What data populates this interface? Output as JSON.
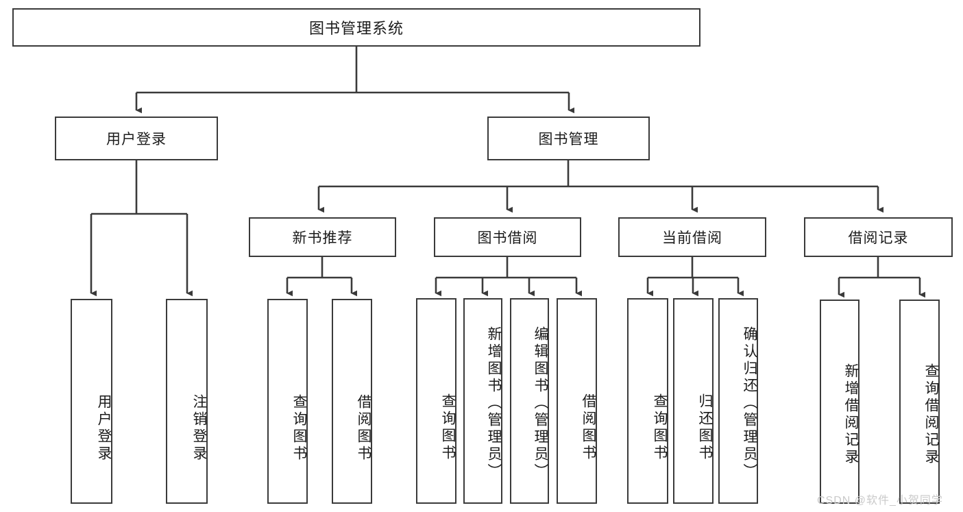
{
  "diagram": {
    "type": "tree",
    "title": "图书管理系统",
    "watermark": "CSDN @软件_小贺同学",
    "colors": {
      "border": "#3a3a3a",
      "background": "#ffffff",
      "text": "#1b1b1b",
      "watermark": "#c9c9c9"
    },
    "levels": {
      "root": {
        "label": "图书管理系统"
      },
      "level2": [
        {
          "label": "用户登录"
        },
        {
          "label": "图书管理"
        }
      ],
      "level3": [
        {
          "label": "新书推荐"
        },
        {
          "label": "图书借阅"
        },
        {
          "label": "当前借阅"
        },
        {
          "label": "借阅记录"
        }
      ],
      "leaves": {
        "user_login": [
          {
            "label": "用户登录"
          },
          {
            "label": "注销登录"
          }
        ],
        "new_book_recommend": [
          {
            "label": "查询图书"
          },
          {
            "label": "借阅图书"
          }
        ],
        "book_borrow": [
          {
            "label": "查询图书"
          },
          {
            "label": "新增图书（管理员）"
          },
          {
            "label": "编辑图书（管理员）"
          },
          {
            "label": "借阅图书"
          }
        ],
        "current_borrow": [
          {
            "label": "查询图书"
          },
          {
            "label": "归还图书"
          },
          {
            "label": "确认归还（管理员）"
          }
        ],
        "borrow_record": [
          {
            "label": "新增借阅记录"
          },
          {
            "label": "查询借阅记录"
          }
        ]
      }
    }
  }
}
